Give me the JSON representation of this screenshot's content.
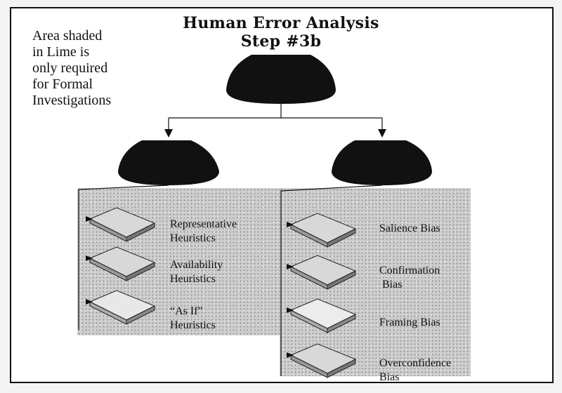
{
  "title_line1": "Human Error Analysis",
  "title_line2": "Step #3b",
  "note_lines": [
    "Area shaded",
    "in Lime is",
    "only required",
    "for Formal",
    "Investigations"
  ],
  "left_items": [
    {
      "line1": "Representative",
      "line2": "Heuristics"
    },
    {
      "line1": "Availability",
      "line2": "Heuristics"
    },
    {
      "line1": "“As If”",
      "line2": "Heuristics"
    }
  ],
  "right_items": [
    {
      "line1": "Salience Bias",
      "line2": ""
    },
    {
      "line1": "Confirmation",
      "line2": "Bias"
    },
    {
      "line1": "Framing Bias",
      "line2": ""
    },
    {
      "line1": "Overconfidence",
      "line2": "Bias"
    }
  ],
  "colors": {
    "node_fill": "#111111",
    "shade": "#c9c9c9",
    "line": "#111111"
  }
}
